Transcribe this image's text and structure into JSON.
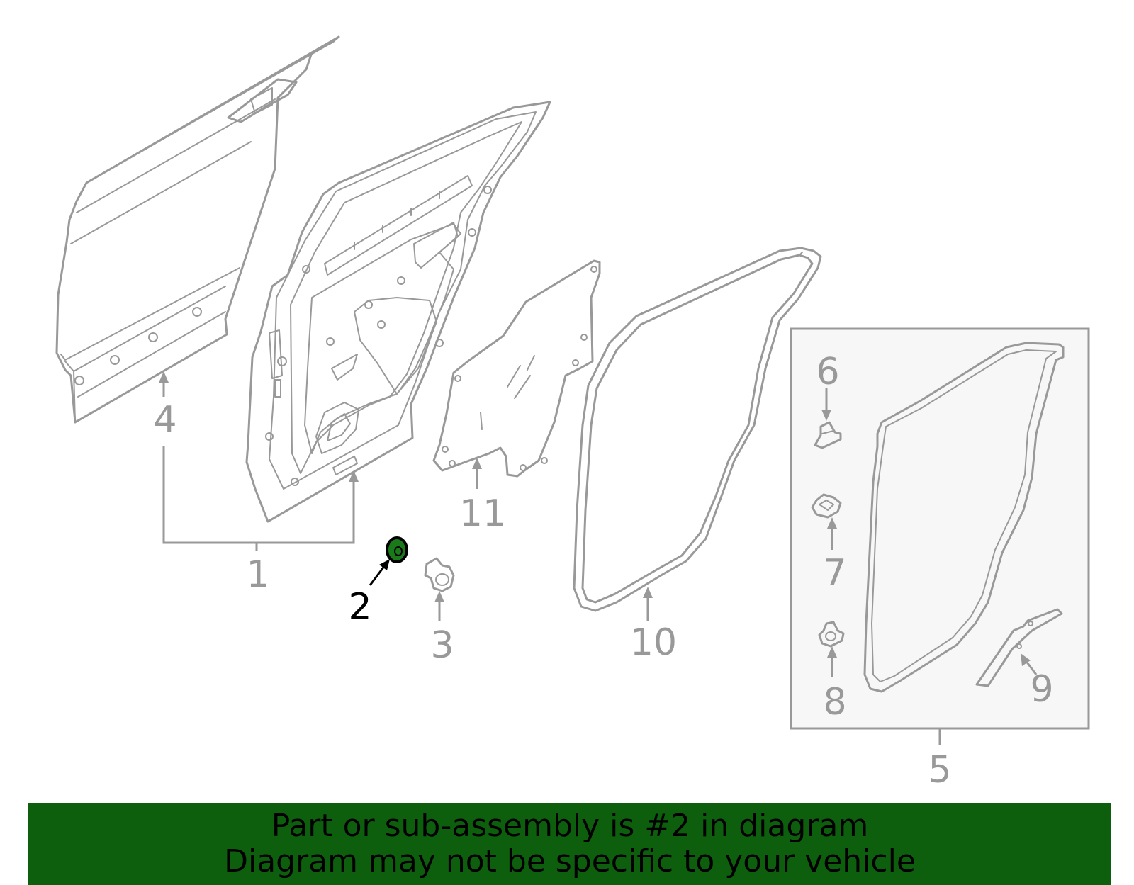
{
  "diagram": {
    "callouts": {
      "p1": "1",
      "p2": "2",
      "p3": "3",
      "p4": "4",
      "p5": "5",
      "p6": "6",
      "p7": "7",
      "p8": "8",
      "p9": "9",
      "p10": "10",
      "p11": "11"
    },
    "highlighted_part": "2",
    "colors": {
      "line": "#999999",
      "highlight": "#1a7a1a",
      "banner": "#0d5e0d",
      "kit_box_fill": "#f7f7f7"
    }
  },
  "banner": {
    "line1": "Part or sub-assembly is #2 in diagram",
    "line2": "Diagram may not be specific to your vehicle"
  }
}
